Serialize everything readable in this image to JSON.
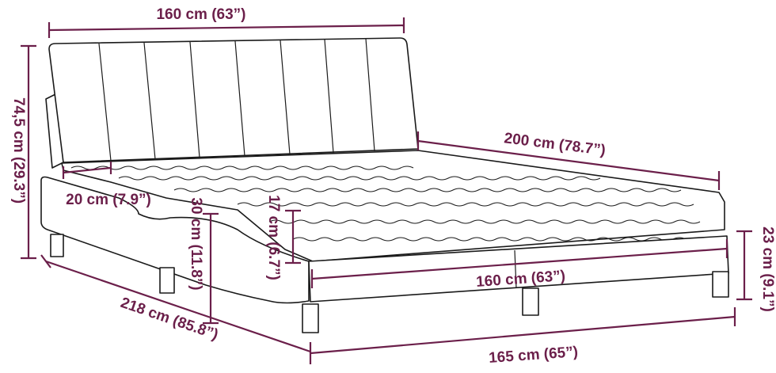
{
  "dimensions": {
    "headboard_width": "160 cm (63”)",
    "total_height": "74,5 cm (29.3”)",
    "mattress_length": "200 cm (78.7”)",
    "headboard_depth": "20 cm (7.9”)",
    "frame_height_side": "30 cm (11.8”)",
    "mattress_thickness": "17 cm (6.7”)",
    "inner_width": "160 cm (63”)",
    "leg_height": "23 cm (9.1”)",
    "total_length": "218 cm (85.8”)",
    "total_width": "165 cm (65”)"
  },
  "colors": {
    "dimension": "#6b1f4a",
    "outline": "#1a1a1a"
  }
}
